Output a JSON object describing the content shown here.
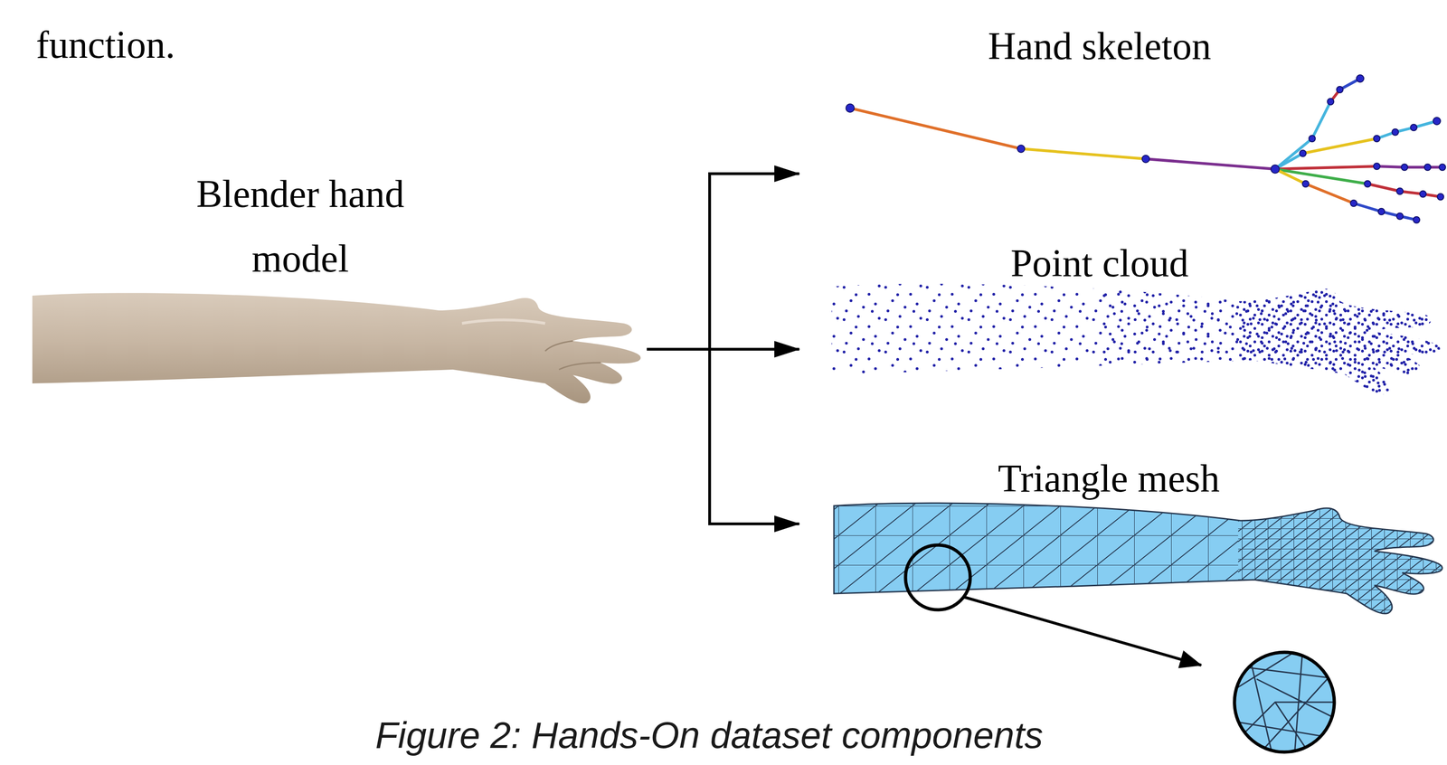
{
  "diagram": {
    "caption": "Figure 2: Hands-On dataset components",
    "nodes": [
      {
        "text": [
          "Blender hand model"
        ]
      },
      {
        "text": [
          "Hand skeleton"
        ]
      },
      {
        "text": [
          "Point cloud"
        ]
      },
      {
        "text": [
          "Triangle mesh"
        ]
      }
    ],
    "edges": [
      {
        "from": 0,
        "to": 1,
        "arrow": "to"
      },
      {
        "from": 0,
        "to": 2,
        "arrow": "to"
      },
      {
        "from": 0,
        "to": 3,
        "arrow": "to"
      }
    ],
    "labels": [
      "function."
    ]
  }
}
